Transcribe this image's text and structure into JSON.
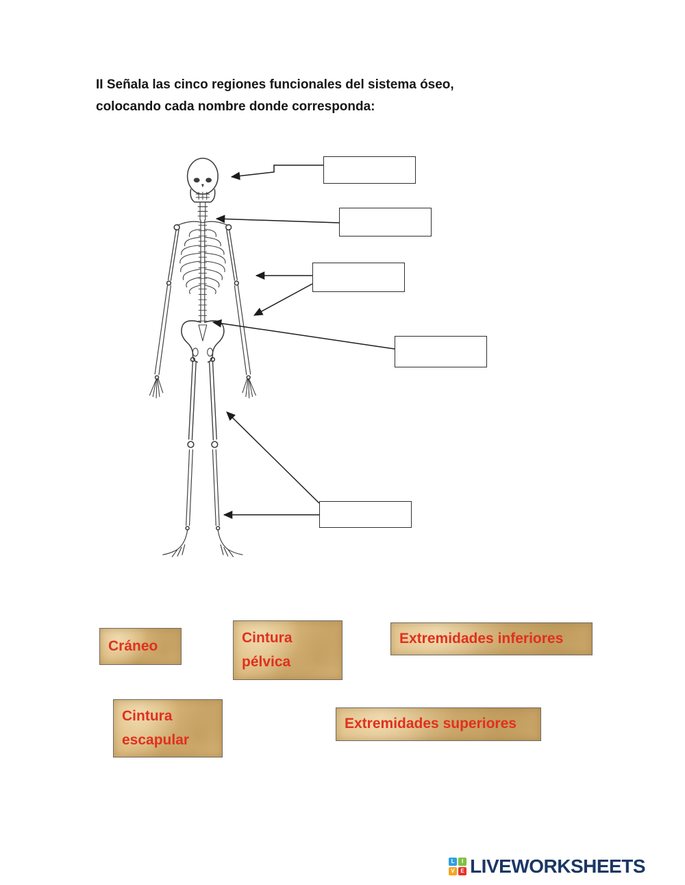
{
  "title": {
    "line1": "II Señala las cinco regiones funcionales del sistema óseo,",
    "line2": "colocando cada nombre donde corresponda:"
  },
  "tiles": [
    {
      "id": "craneo",
      "lines": [
        "Cráneo"
      ]
    },
    {
      "id": "cintura-pelvica",
      "lines": [
        "Cintura",
        "pélvica"
      ]
    },
    {
      "id": "extremidades-inferiores",
      "lines": [
        "Extremidades inferiores"
      ]
    },
    {
      "id": "cintura-escapular",
      "lines": [
        "Cintura",
        "escapular"
      ]
    },
    {
      "id": "extremidades-superiores",
      "lines": [
        "Extremidades superiores"
      ]
    }
  ],
  "answer_boxes": [
    {
      "id": "box-skull"
    },
    {
      "id": "box-shoulder-girdle"
    },
    {
      "id": "box-ribcage"
    },
    {
      "id": "box-pelvis"
    },
    {
      "id": "box-lower-limbs"
    }
  ],
  "footer": {
    "brand": "LIVEWORKSHEETS",
    "icon_letters": [
      "L",
      "I",
      "V",
      "E"
    ],
    "icon_colors": [
      "#2f9fe0",
      "#7fc241",
      "#f5a623",
      "#e5332a"
    ]
  },
  "colors": {
    "tile_background": "#dcba7e",
    "tile_text": "#e0301e",
    "brand_text": "#1b3764",
    "box_border": "#2e2e2e"
  }
}
